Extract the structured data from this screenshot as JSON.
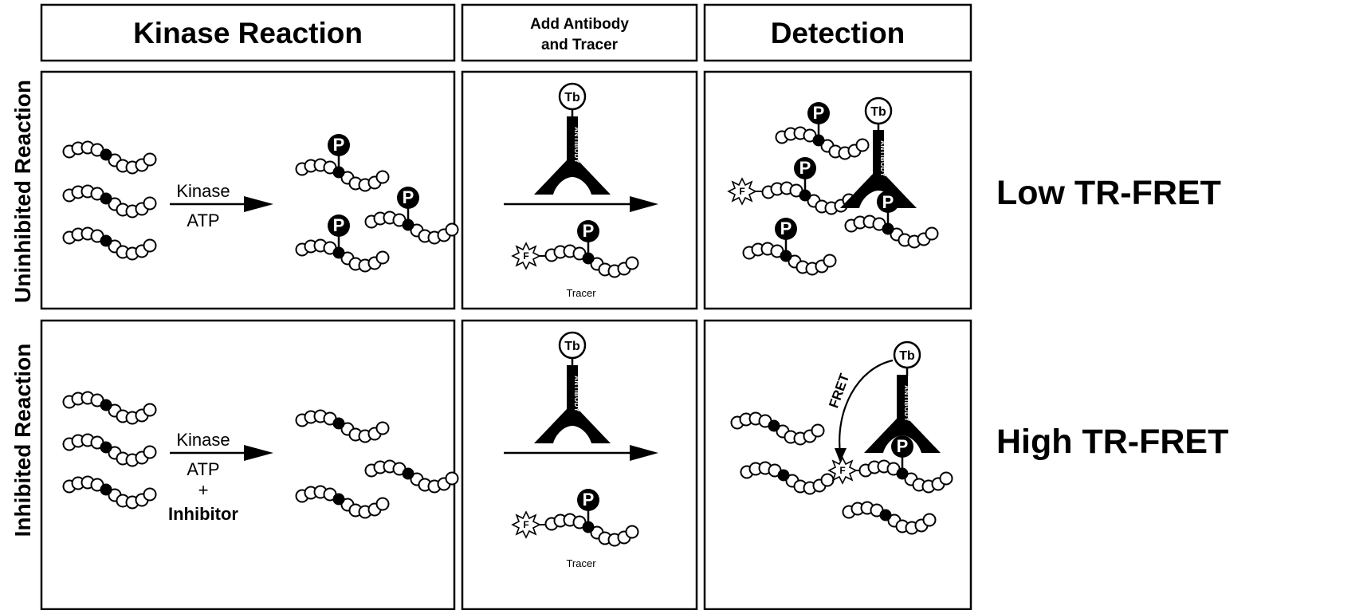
{
  "headers": {
    "kinase_reaction": "Kinase Reaction",
    "add_antibody_line1": "Add Antibody",
    "add_antibody_line2": "and Tracer",
    "detection": "Detection"
  },
  "rows": {
    "uninhibited": {
      "label": "Uninhibited Reaction",
      "result": "Low TR-FRET",
      "arrow_top": "Kinase",
      "arrow_bottom": "ATP"
    },
    "inhibited": {
      "label": "Inhibited Reaction",
      "result": "High TR-FRET",
      "arrow_top": "Kinase",
      "arrow_bottom": "ATP",
      "plus": "+",
      "inhibitor": "Inhibitor"
    }
  },
  "labels": {
    "tracer": "Tracer",
    "fret": "FRET",
    "terbium": "Tb",
    "phospho": "P",
    "fluor": "F",
    "antibody": "ANTIBODY"
  },
  "colors": {
    "ink": "#000000",
    "paper": "#ffffff"
  }
}
